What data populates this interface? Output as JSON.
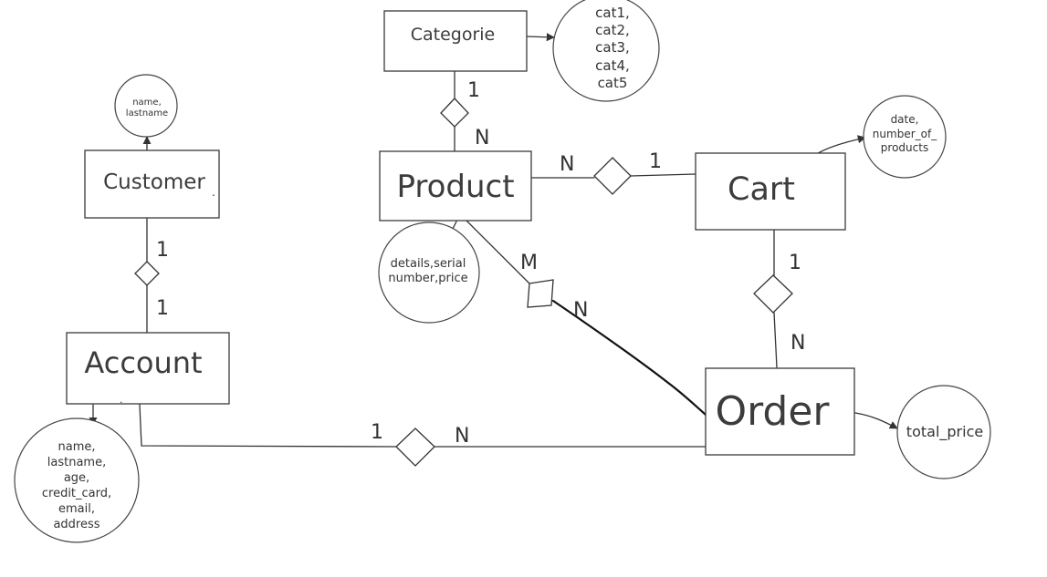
{
  "entities": {
    "categorie": "Categorie",
    "customer": "Customer",
    "product": "Product",
    "cart": "Cart",
    "account": "Account",
    "order": "Order"
  },
  "attributes": {
    "categorie": [
      "cat1,",
      "cat2,",
      "cat3,",
      "cat4,",
      "cat5"
    ],
    "customer": [
      "name,",
      "lastname"
    ],
    "cart": [
      "date,",
      "number_of_",
      "products"
    ],
    "product": [
      "details,serial",
      "number,price"
    ],
    "account": [
      "name,",
      "lastname,",
      "age,",
      "credit_card,",
      "email,",
      "address"
    ],
    "order": [
      "total_price"
    ]
  },
  "cardinalities": {
    "categorie_product_top": "1",
    "categorie_product_bottom": "N",
    "customer_account_top": "1",
    "customer_account_bottom": "1",
    "product_cart_left": "N",
    "product_cart_right": "1",
    "product_order_m": "M",
    "product_order_n": "N",
    "cart_order_top": "1",
    "cart_order_bottom": "N",
    "account_order_left": "1",
    "account_order_right": "N"
  },
  "stray_marks": {
    "customer_dot": ".",
    "account_dot": "."
  }
}
